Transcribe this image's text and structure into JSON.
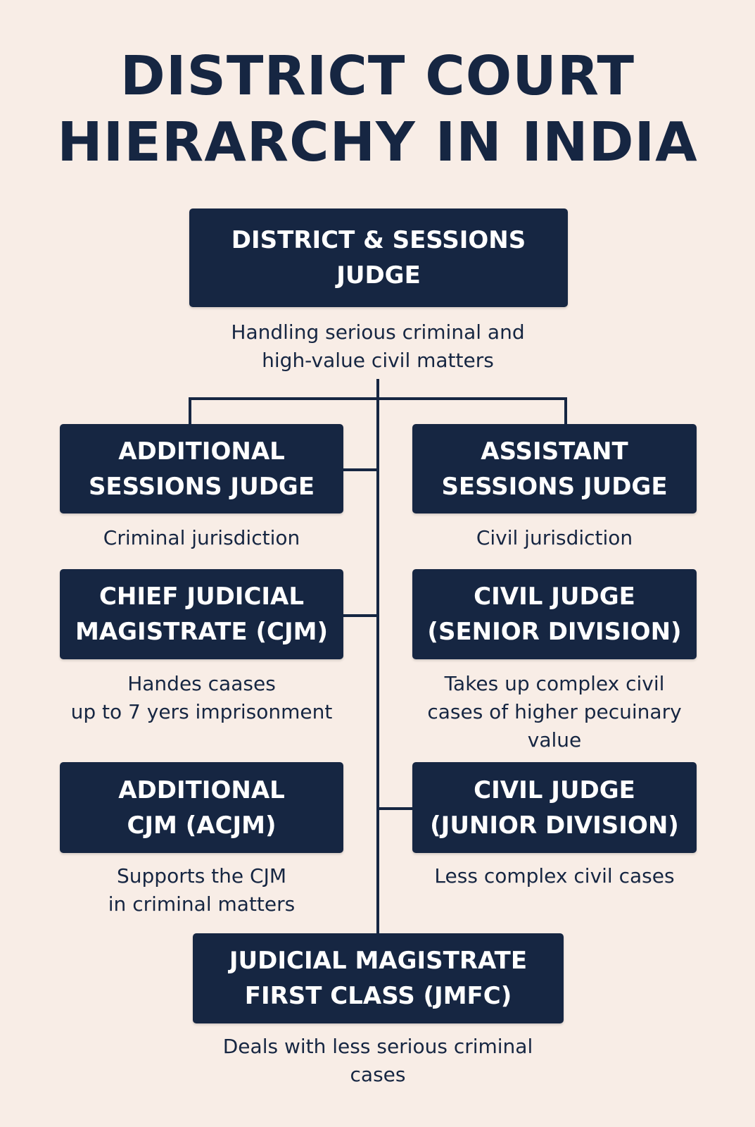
{
  "title": {
    "line1": "DISTRICT COURT",
    "line2": "HIERARCHY IN INDIA"
  },
  "nodes": {
    "district_sessions_judge": {
      "title": [
        "DISTRICT & SESSIONS",
        "JUDGE"
      ],
      "description": [
        "Handling serious criminal and",
        "high-value civil matters"
      ]
    },
    "additional_sessions_judge": {
      "title": [
        "ADDITIONAL",
        "SESSIONS JUDGE"
      ],
      "description": [
        "Criminal jurisdiction"
      ]
    },
    "assistant_sessions_judge": {
      "title": [
        "ASSISTANT",
        "SESSIONS JUDGE"
      ],
      "description": [
        "Civil jurisdiction"
      ]
    },
    "chief_judicial_magistrate": {
      "title": [
        "CHIEF JUDICIAL",
        "MAGISTRATE (CJM)"
      ],
      "description": [
        "Handes caases",
        "up to 7 yers imprisonment"
      ]
    },
    "civil_judge_senior": {
      "title": [
        "CIVIL JUDGE",
        "(SENIOR DIVISION)"
      ],
      "description": [
        "Takes up complex civil",
        "cases of higher pecuinary",
        "value"
      ]
    },
    "additional_cjm": {
      "title": [
        "ADDITIONAL",
        "CJM (ACJM)"
      ],
      "description": [
        "Supports the CJM",
        "in criminal matters"
      ]
    },
    "civil_judge_junior": {
      "title": [
        "CIVIL JUDGE",
        "(JUNIOR DIVISION)"
      ],
      "description": [
        "Less complex civil cases"
      ]
    },
    "jmfc": {
      "title": [
        "JUDICIAL MAGISTRATE",
        "FIRST CLASS (JMFC)"
      ],
      "description": [
        "Deals with less serious criminal",
        "cases"
      ]
    }
  },
  "colors": {
    "background": "#f8ede6",
    "box_fill": "#162642",
    "box_text": "#ffffff",
    "text": "#162642"
  }
}
